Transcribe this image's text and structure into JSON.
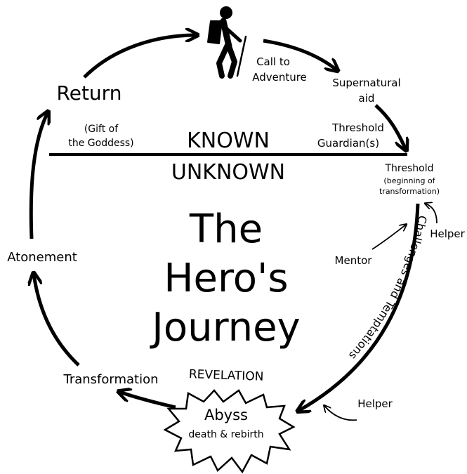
{
  "title": {
    "line1": "The",
    "line2": "Hero's",
    "line3": "Journey"
  },
  "divider": {
    "known": "KNOWN",
    "unknown": "UNKNOWN"
  },
  "stages": {
    "call_line1": "Call to",
    "call_line2": "Adventure",
    "supernatural_line1": "Supernatural",
    "supernatural_line2": "aid",
    "guardian_line1": "Threshold",
    "guardian_line2": "Guardian(s)",
    "threshold": "Threshold",
    "threshold_note_line1": "(beginning of",
    "threshold_note_line2": "transformation)",
    "helper_top": "Helper",
    "mentor": "Mentor",
    "challenges": "Challenges and Temptations",
    "helper_bottom": "Helper",
    "revelation": "REVELATION",
    "abyss": "Abyss",
    "abyss_sub": "death & rebirth",
    "transformation": "Transformation",
    "atonement": "Atonement",
    "return": "Return",
    "gift_line1": "(Gift of",
    "gift_line2": "the Goddess)"
  },
  "icons": {
    "hero": "hiker-icon"
  }
}
